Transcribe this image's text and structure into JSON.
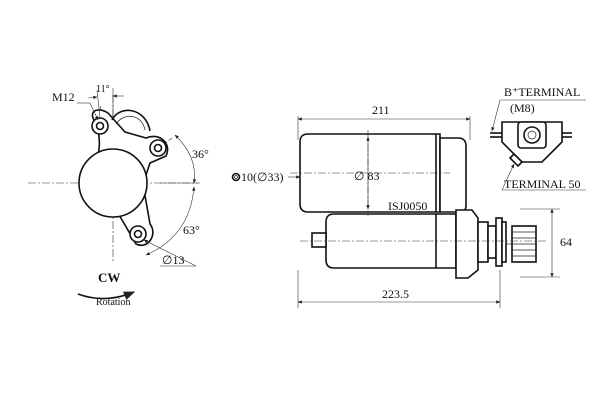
{
  "part_number": "ISJ0050",
  "labels": {
    "thread": "M12",
    "angle_top": "11°",
    "angle_right": "36°",
    "angle_bottom": "63°",
    "hole_dia": "∅13",
    "rotation_dir": "CW",
    "rotation_word": "Rotation",
    "overall_length": "211",
    "body_dia": "∅ 83",
    "bolt_spec": "10(∅33)",
    "total_length": "223.5",
    "height": "64",
    "b_terminal": "B⁺TERMINAL",
    "b_terminal_size": "(M8)",
    "terminal_50": "TERMINAL 50"
  }
}
